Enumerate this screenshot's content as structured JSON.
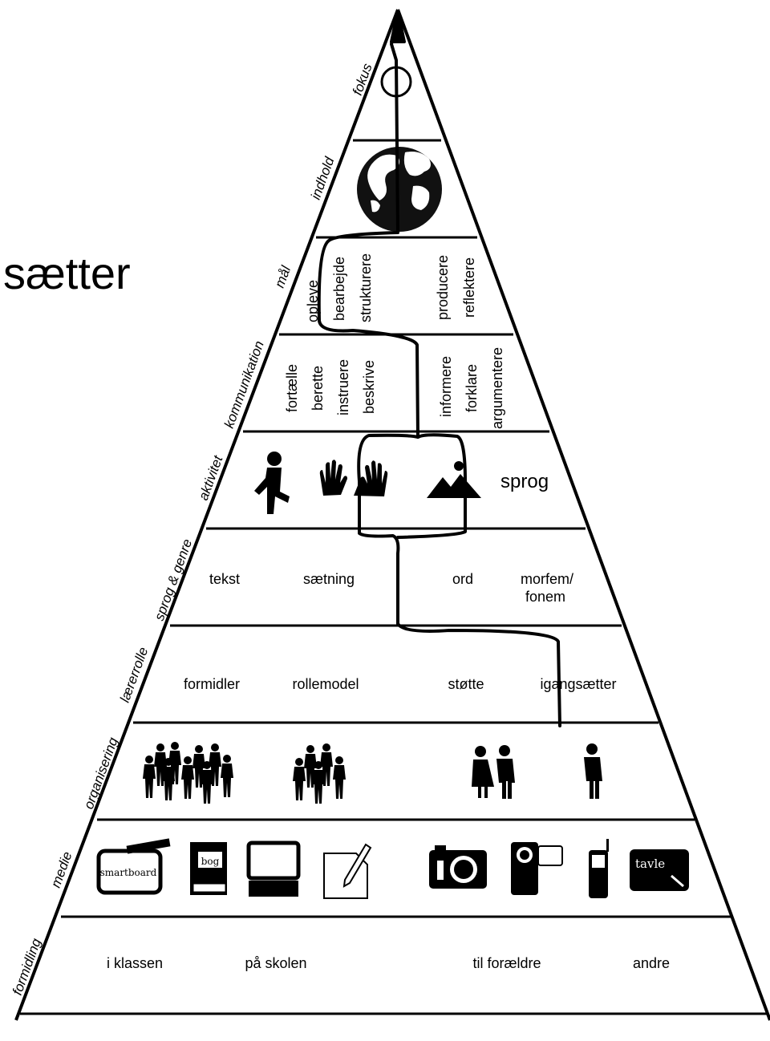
{
  "headline": "sætter",
  "levels": [
    {
      "side": "fokus"
    },
    {
      "side": "indhold"
    },
    {
      "side": "mål",
      "left": [
        "opleve",
        "bearbejde",
        "strukturere"
      ],
      "right": [
        "producere",
        "reflektere"
      ]
    },
    {
      "side": "kommunikation",
      "left": [
        "fortælle",
        "berette",
        "instruere",
        "beskrive"
      ],
      "right": [
        "informere",
        "forklare",
        "argumentere"
      ]
    },
    {
      "side": "aktivitet",
      "text": "sprog"
    },
    {
      "side": "sprog & genre",
      "items": [
        "tekst",
        "sætning",
        "ord",
        "morfem/",
        "fonem"
      ]
    },
    {
      "side": "lærerrolle",
      "items": [
        "formidler",
        "rollemodel",
        "støtte",
        "igangsætter"
      ]
    },
    {
      "side": "organisering"
    },
    {
      "side": "medie",
      "icon_text": [
        "smartboard",
        "bog",
        "tavle"
      ]
    },
    {
      "side": "formidling",
      "items": [
        "i klassen",
        "på skolen",
        "til forældre",
        "andre"
      ]
    }
  ],
  "icons": [
    "target-icon",
    "globe-icon",
    "running-person-icon",
    "hands-icon",
    "picture-icon",
    "large-group-icon",
    "small-group-icon",
    "pair-icon",
    "single-person-icon",
    "smartboard-icon",
    "book-icon",
    "computer-icon",
    "paper-pencil-icon",
    "camera-icon",
    "video-camera-icon",
    "mobile-phone-icon",
    "blackboard-icon"
  ],
  "colors": {
    "line": "#000000",
    "background": "#ffffff"
  }
}
